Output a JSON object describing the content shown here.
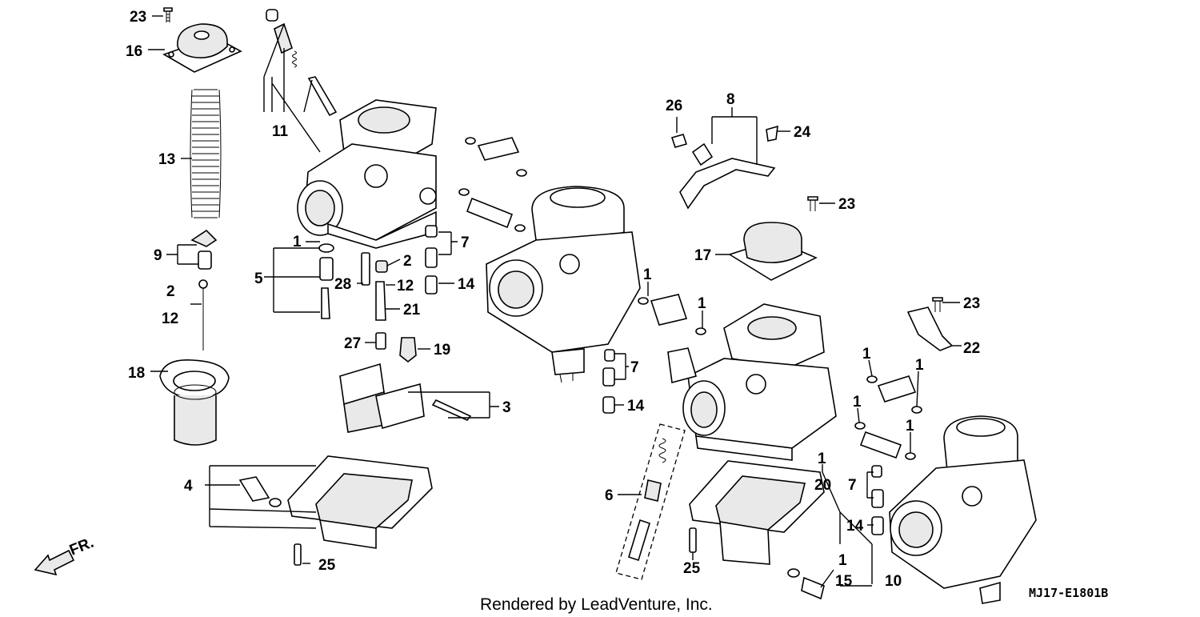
{
  "callouts": {
    "c23a": "23",
    "c16": "16",
    "c13": "13",
    "c9": "9",
    "c2a": "2",
    "c12a": "12",
    "c18": "18",
    "c11": "11",
    "c1a": "1",
    "c5": "5",
    "c28": "28",
    "c2b": "2",
    "c12b": "12",
    "c21": "21",
    "c27": "27",
    "c19": "19",
    "c7a": "7",
    "c14a": "14",
    "c3": "3",
    "c4": "4",
    "c25a": "25",
    "c26": "26",
    "c8": "8",
    "c24": "24",
    "c23b": "23",
    "c17": "17",
    "c1b": "1",
    "c1c": "1",
    "c7b": "7",
    "c14b": "14",
    "c6": "6",
    "c23c": "23",
    "c22": "22",
    "c1d": "1",
    "c1e": "1",
    "c1f": "1",
    "c1g": "1",
    "c1h": "1",
    "c20": "20",
    "c7c": "7",
    "c14c": "14",
    "c25b": "25",
    "c1i": "1",
    "c15": "15",
    "c10": "10"
  },
  "footer": {
    "credit": "Rendered by LeadVenture, Inc.",
    "diagram_code": "MJ17-E1801B",
    "direction_label": "FR."
  }
}
